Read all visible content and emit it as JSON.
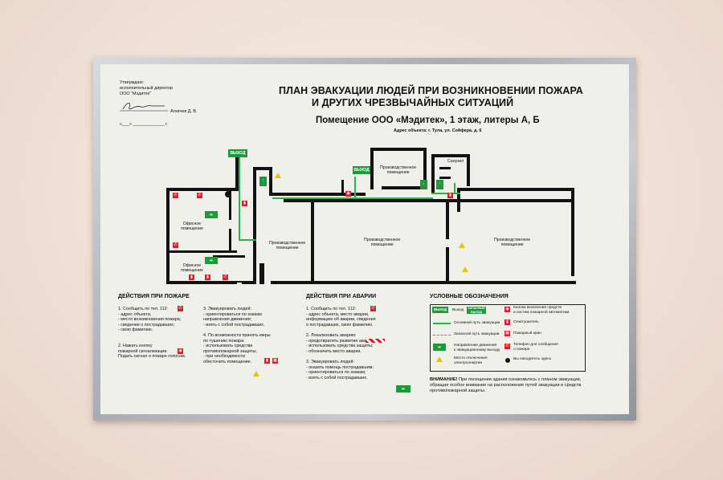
{
  "approval": {
    "line1": "Утверждаю:",
    "line2": "исполнительный директор",
    "line3": "ООО \"Мэдитек\"",
    "signer": "Агничев Д. В.",
    "date_line": "«___» _____________ г."
  },
  "title": {
    "line1": "ПЛАН ЭВАКУАЦИИ ЛЮДЕЙ ПРИ ВОЗНИКНОВЕНИИ ПОЖАРА",
    "line2": "И ДРУГИХ ЧРЕЗВЫЧАЙНЫХ СИТУАЦИЙ",
    "subtitle": "Помещение ООО «Мэдитек», 1 этаж, литеры А, Б",
    "address": "Адрес объекта: г. Тула, ул. Сойфера, д. 6"
  },
  "plan": {
    "rooms": {
      "office_1": "Офисное\nпомещение",
      "office_2": "Офисное\nпомещение",
      "prod_1": "Производственное\nпомещение",
      "prod_2": "Производственное\nпомещение",
      "prod_3": "Производственное\nпомещение",
      "prod_top": "Производственное\nпомещение",
      "wc": "Санузел"
    },
    "exit_label": "ВЫХОД",
    "colors": {
      "route": "#2bb34a",
      "exit": "#1f9a3a",
      "fire_red": "#d2232a",
      "wall": "#121212"
    }
  },
  "fire_actions": {
    "heading": "ДЕЙСТВИЯ ПРИ ПОЖАРЕ",
    "col1": "1. Сообщить по тел. 112:\n- адрес объекта;\n- место возникновения пожара;\n- сведения о пострадавших;\n- свою фамилию.\n\n\n2. Нажать кнопку\nпожарной сигнализации.\nПодать сигнал о пожаре голосом.",
    "col2": "3. Эвакуировать людей:\n- ориентироваться по знакам\nнаправления движения;\n- взять с собой пострадавших.\n\n4. По возможности принять меры\nпо тушению пожара:\n- использовать средства\nпротивопожарной защиты;\n- при необходимости\nобесточить помещение."
  },
  "accident_actions": {
    "heading": "ДЕЙСТВИЯ ПРИ АВАРИИ",
    "text": "1. Сообщить по тел. 112:\n- адрес объекта, место аварии,\nинформацию об аварии, сведения\nо пострадавших, свою фамилию.\n\n2. Локализовать аварию:\n- предотвратить развитие аварии;\n- использовать средства защиты;\n- обозначить место аварии.\n\n3. Эвакуировать людей:\n- оказать помощь пострадавшим;\n- ориентироваться по знакам;\n- взять с собой пострадавших."
  },
  "legend": {
    "heading": "УСЛОВНЫЕ ОБОЗНАЧЕНИЯ",
    "items": {
      "exit": "Выход",
      "exit_sign": "ВЫХОД",
      "alt_exit_sign": "ЗАПАСНЫЙ\nВЫХОД",
      "main_route": "Основной путь эвакуации",
      "spare_route": "Запасной путь эвакуации",
      "direction": "Направление движения\nк эвакуационному выходу",
      "power": "Место отключения\nэлектроэнергии",
      "button": "Кнопка включения средств\nи систем пожарной автоматики",
      "extinguisher": "Огнетушитель",
      "hydrant": "Пожарный кран",
      "phone": "Телефон для сообщения\nо пожаре",
      "you_are_here": "Вы находитесь здесь"
    }
  },
  "notice": {
    "bold": "ВНИМАНИЕ!",
    "text": " При посещении здания ознакомьтесь с планом эвакуации,\nобращая особое внимание на расположение путей эвакуации и средств\nпротивопожарной защиты."
  }
}
